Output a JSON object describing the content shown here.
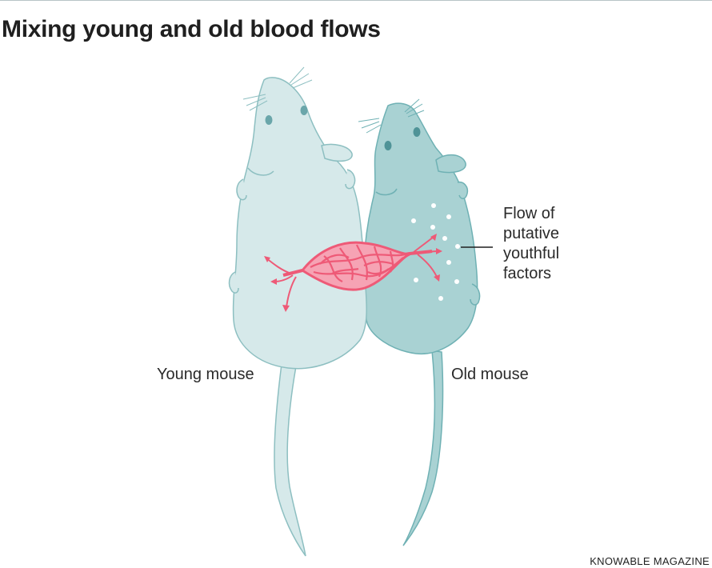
{
  "title": "Mixing young and old blood flows",
  "labels": {
    "young_mouse": "Young mouse",
    "old_mouse": "Old mouse",
    "flow_lines": [
      "Flow of",
      "putative",
      "youthful",
      "factors"
    ]
  },
  "credit": "KNOWABLE MAGAZINE",
  "colors": {
    "young_body": "#d6e9ea",
    "young_outline": "#8dbfc1",
    "old_body": "#a9d2d3",
    "old_outline": "#6fb1b4",
    "vessel": "#ee5a77",
    "vessel_fill": "#f6a3b4",
    "factor_dots": "#ffffff"
  },
  "icons": [
    "young-mouse-icon",
    "old-mouse-icon",
    "blood-vessel-network-icon",
    "youthful-factor-dot-icon"
  ]
}
